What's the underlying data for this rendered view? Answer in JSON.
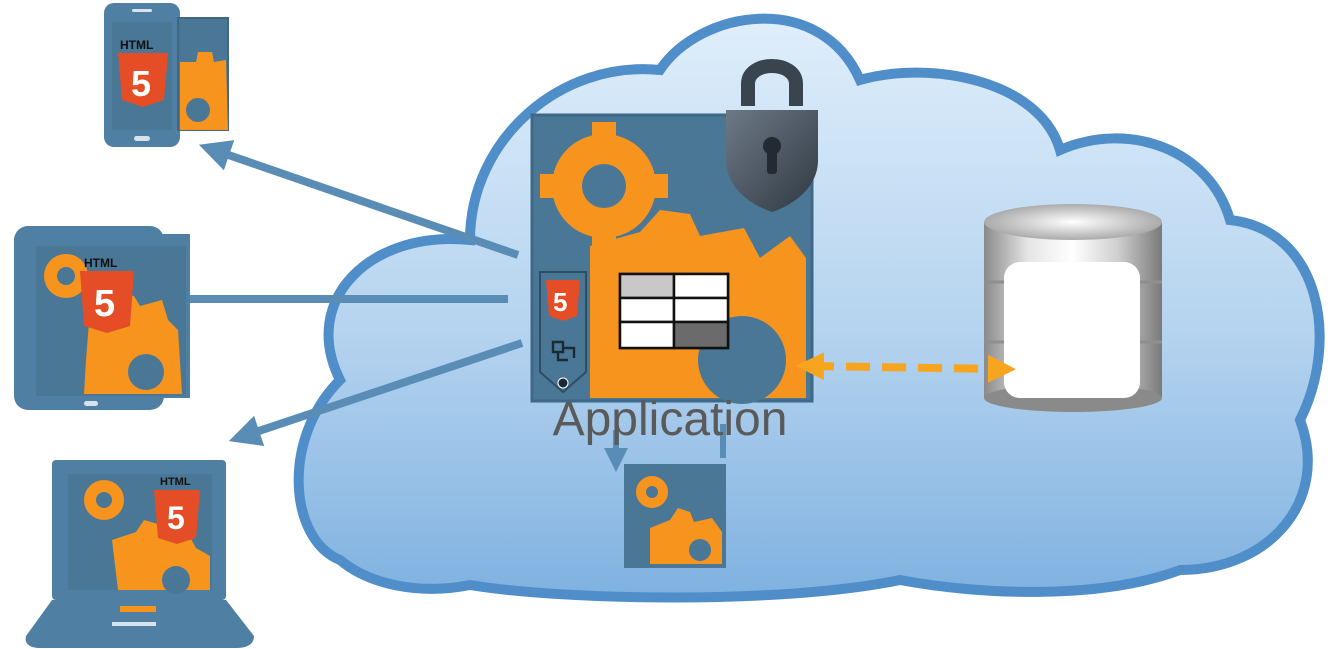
{
  "diagram": {
    "center_label": "Application",
    "device_badge_word": "HTML",
    "device_badge_digit": "5",
    "colors": {
      "cloud_fill": "#a9cbec",
      "cloud_stroke": "#4f8ec9",
      "device_blue": "#4f7fa3",
      "screen_blue": "#4a7796",
      "gear_orange": "#f7941e",
      "html5_orange": "#e44d26",
      "arrow_blue": "#5a8db5",
      "db_link_orange": "#f7a51e",
      "lock_dark": "#44505c"
    }
  }
}
